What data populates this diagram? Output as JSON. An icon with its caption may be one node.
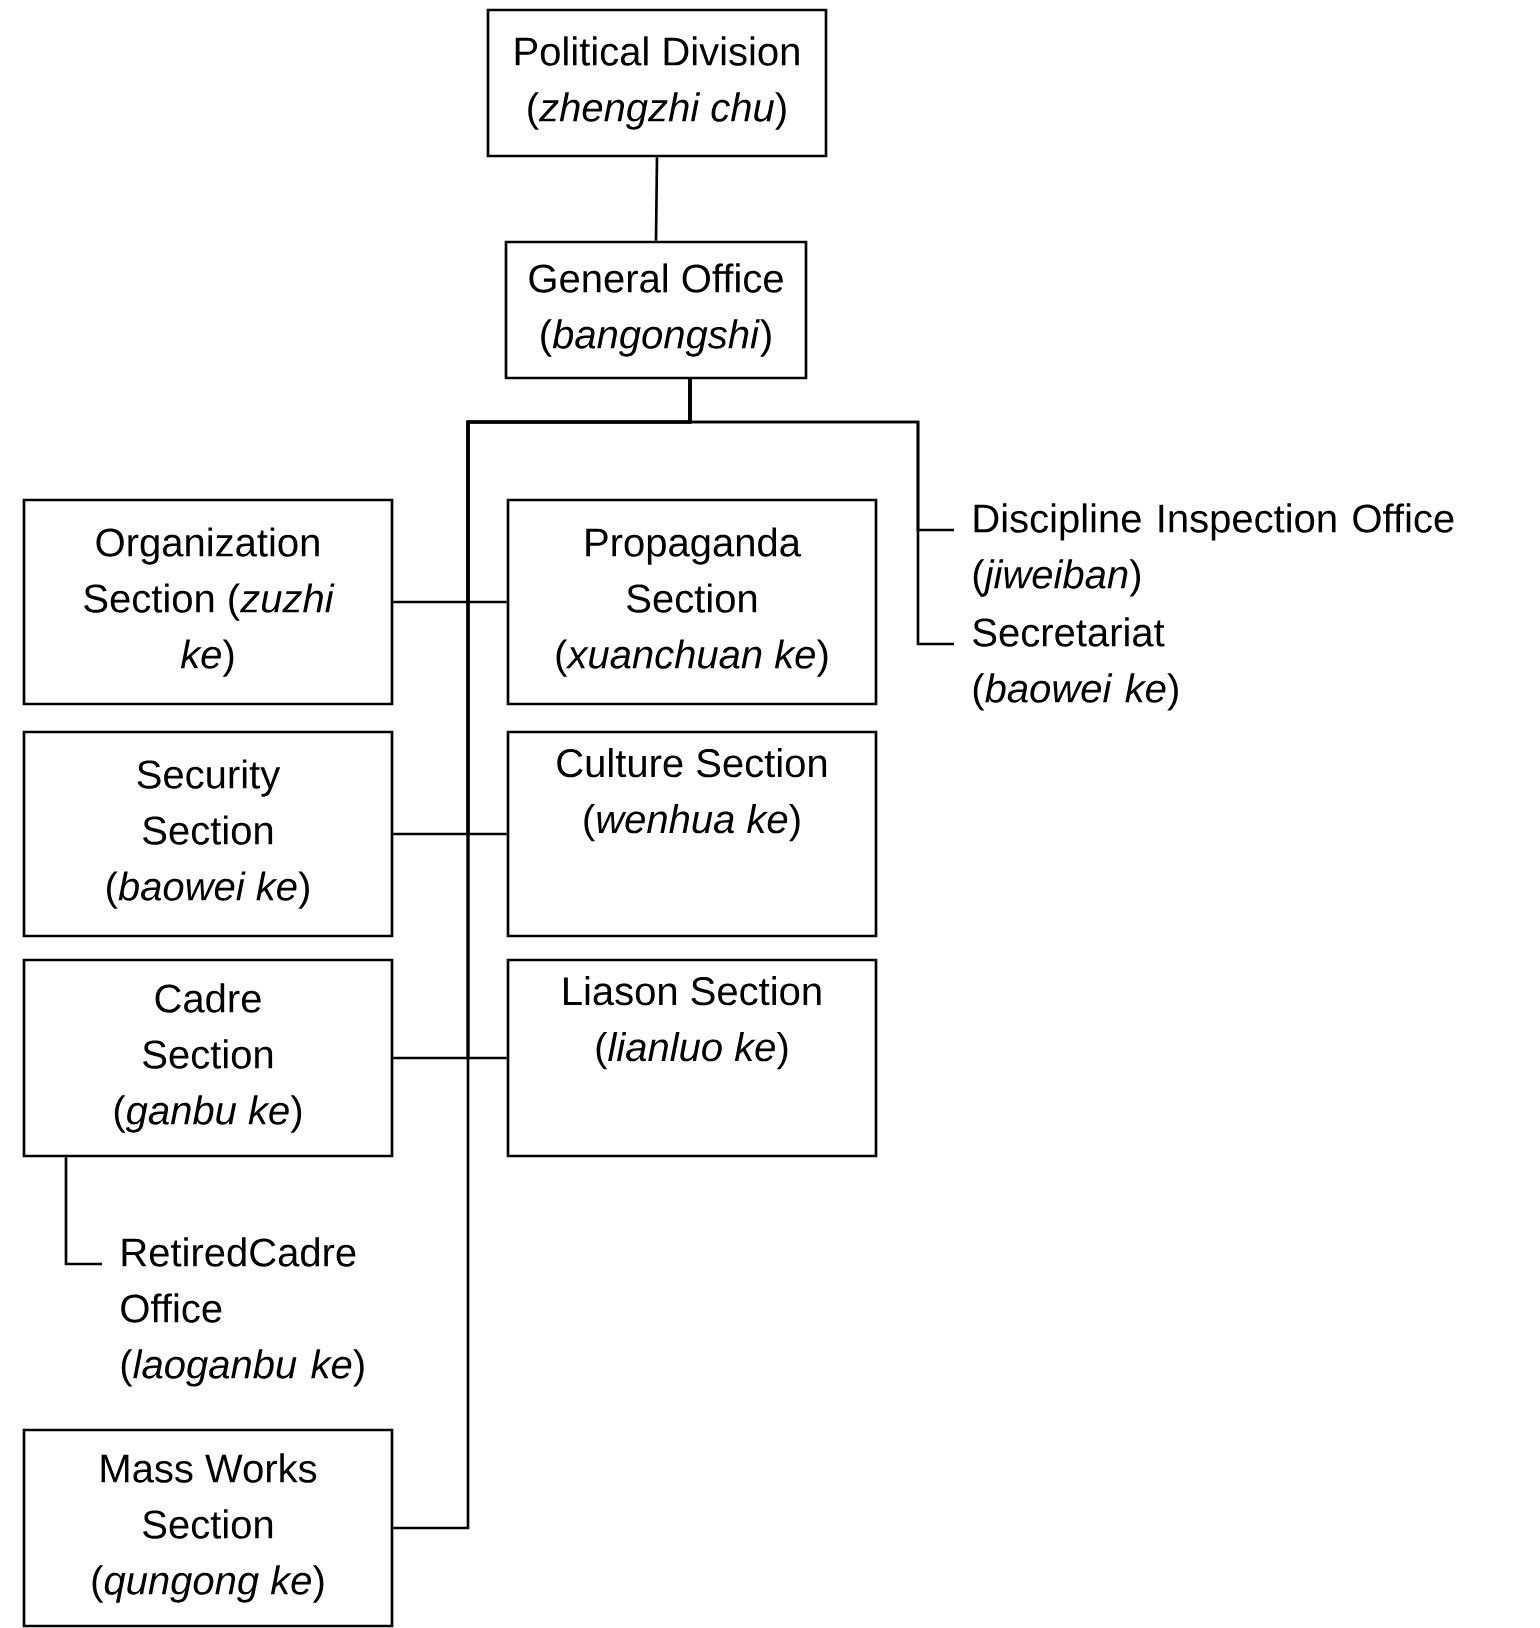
{
  "diagram": {
    "nodes": [
      {
        "text": [
          "Political Division (*zhengzhi chu*)"
        ]
      },
      {
        "text": [
          "General Office (*bangongshi*)"
        ]
      },
      {
        "text": [
          "Organization Section (*zuzhi ke*)"
        ]
      },
      {
        "text": [
          "Propaganda Section (*xuanchuan ke*)"
        ]
      },
      {
        "text": [
          "Discipline Inspection Office (*jiweiban*)"
        ]
      },
      {
        "text": [
          "Secretariat (*baowei ke*)"
        ]
      },
      {
        "text": [
          "Security Section (*baowei ke*)"
        ]
      },
      {
        "text": [
          "Culture Section (*wenhua ke*)"
        ]
      },
      {
        "text": [
          "Cadre Section (*ganbu ke*)"
        ]
      },
      {
        "text": [
          "Liason Section (*lianluo ke*)"
        ]
      },
      {
        "text": [
          "RetiredCadre Office (*laoganbu ke*)"
        ]
      },
      {
        "text": [
          "Mass Works Section (*qungong ke*)"
        ]
      }
    ],
    "edges": [
      {
        "from": 0,
        "to": 1,
        "arrow": "none"
      },
      {
        "from": 1,
        "to": 2,
        "arrow": "none"
      },
      {
        "from": 1,
        "to": 3,
        "arrow": "none"
      },
      {
        "from": 1,
        "to": 4,
        "arrow": "none"
      },
      {
        "from": 1,
        "to": 5,
        "arrow": "none"
      },
      {
        "from": 1,
        "to": 6,
        "arrow": "none"
      },
      {
        "from": 1,
        "to": 7,
        "arrow": "none"
      },
      {
        "from": 1,
        "to": 8,
        "arrow": "none"
      },
      {
        "from": 1,
        "to": 9,
        "arrow": "none"
      },
      {
        "from": 8,
        "to": 10,
        "arrow": "none"
      },
      {
        "from": 1,
        "to": 11,
        "arrow": "none"
      }
    ]
  }
}
